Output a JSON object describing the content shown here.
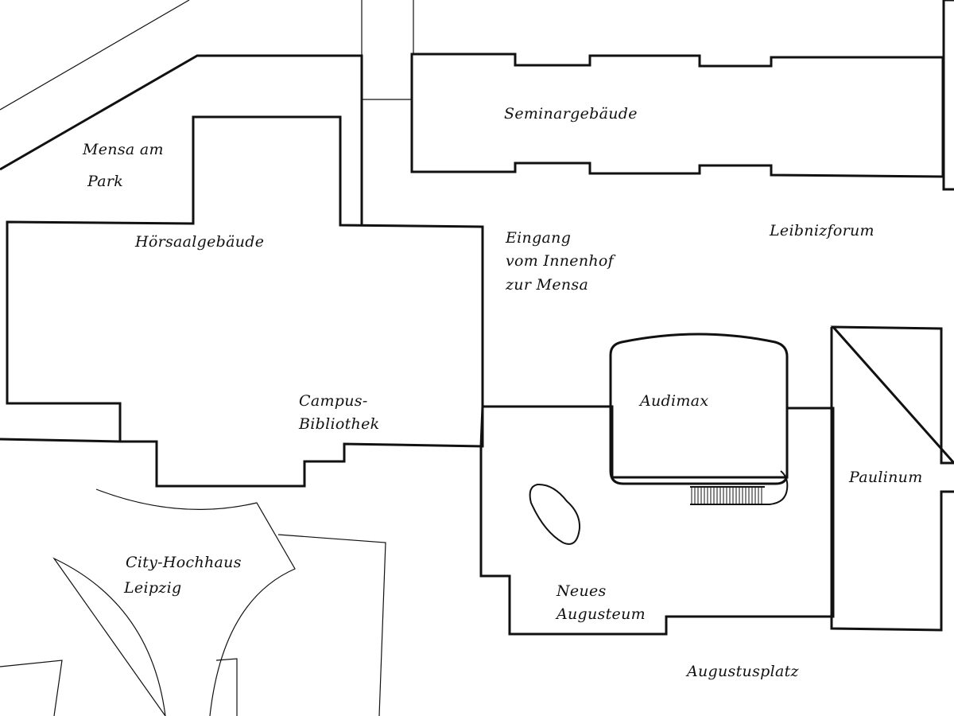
{
  "colors": {
    "background": "#ffffff",
    "ink": "#111111"
  },
  "labels": {
    "mensa_line1": "Mensa am",
    "mensa_line2": "Park",
    "hoersaal": "Hörsaalgebäude",
    "seminar": "Seminargebäude",
    "eingang_line1": "Eingang",
    "eingang_line2": "vom Innenhof",
    "eingang_line3": "zur Mensa",
    "leibnizforum": "Leibnizforum",
    "campus_line1": "Campus-",
    "campus_line2": "Bibliothek",
    "audimax": "Audimax",
    "paulinum": "Paulinum",
    "city_line1": "City-Hochhaus",
    "city_line2": "Leipzig",
    "augusteum_line1": "Neues",
    "augusteum_line2": "Augusteum",
    "augustusplatz": "Augustusplatz"
  }
}
